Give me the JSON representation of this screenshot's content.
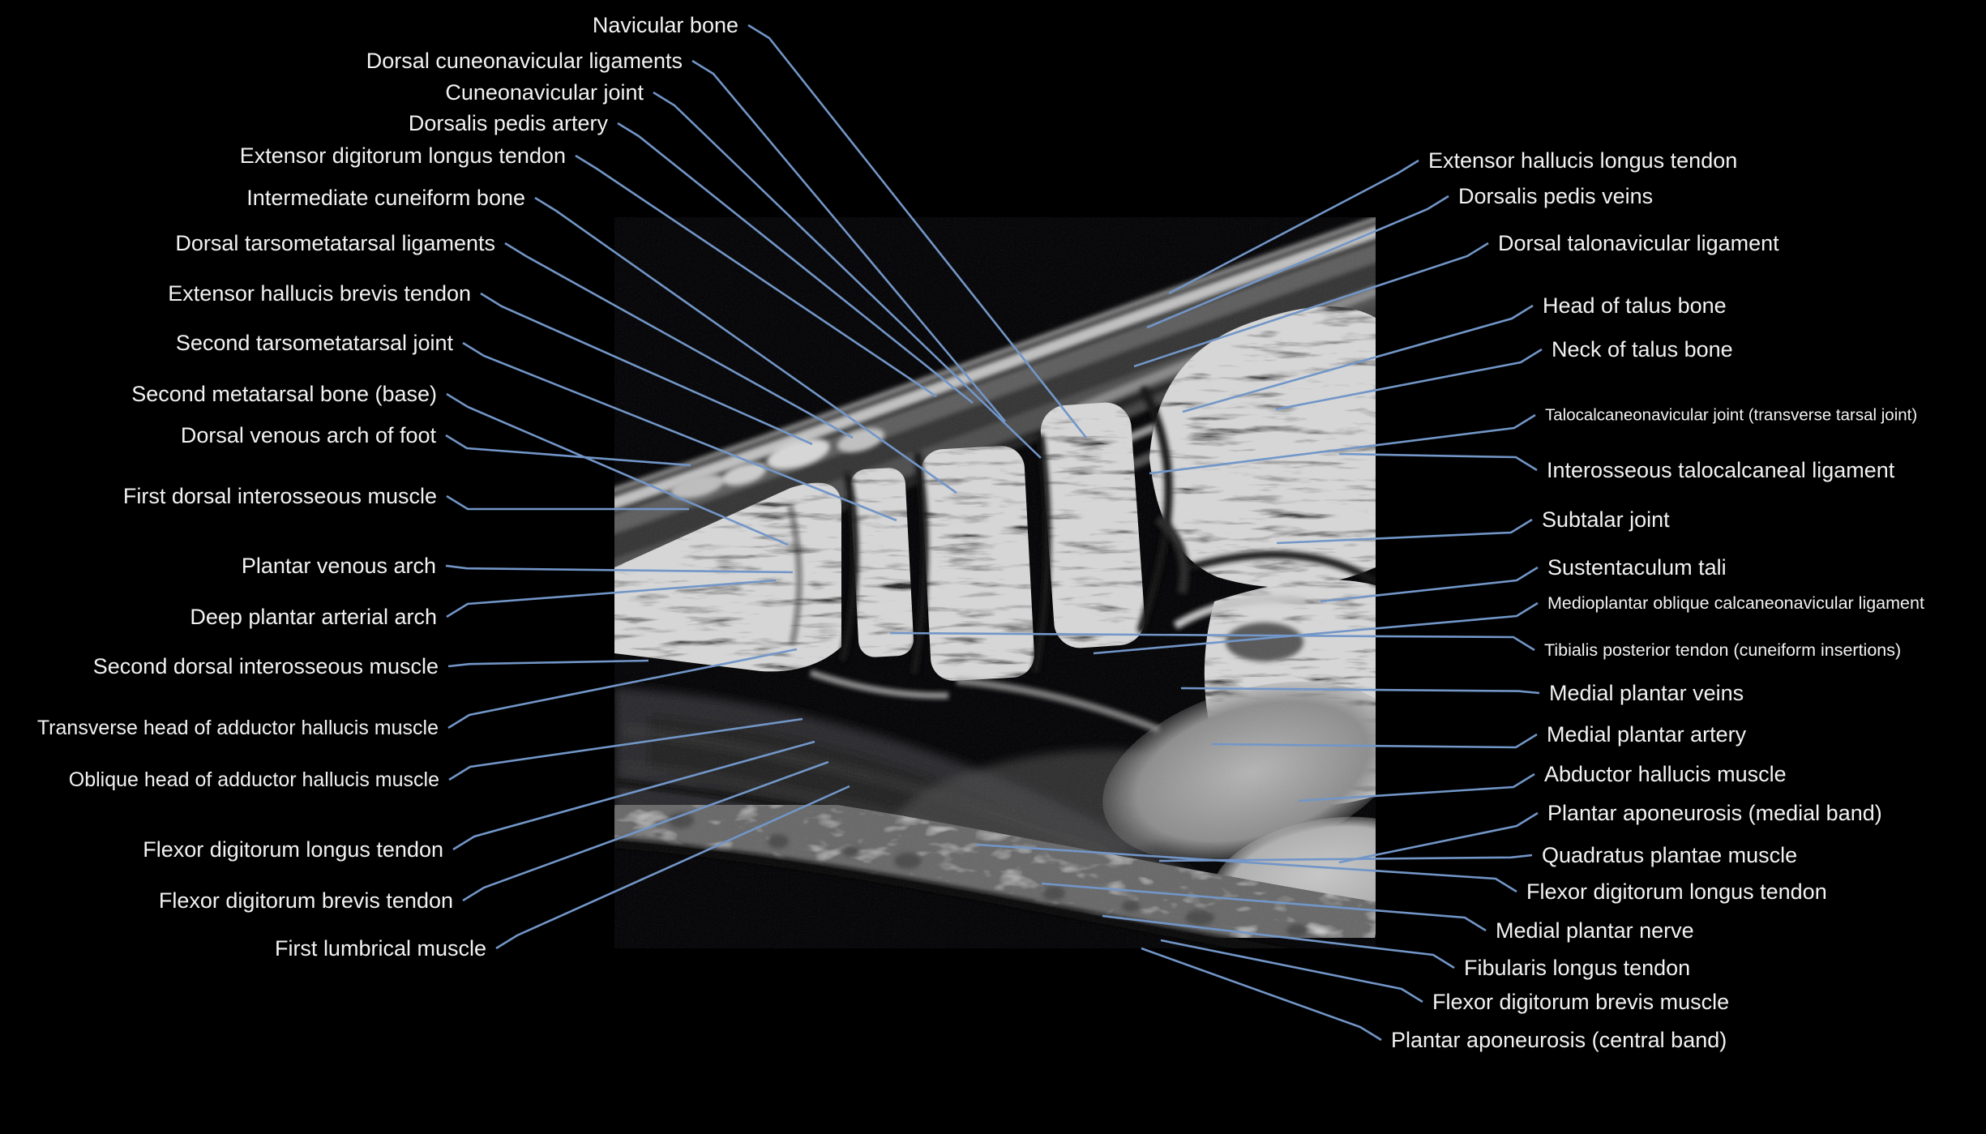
{
  "colors": {
    "background": "#000000",
    "leader_line": "#7296c8",
    "label_text": "#f2f2f2"
  },
  "annotations": {
    "left": [
      {
        "text": "Navicular bone"
      },
      {
        "text": "Dorsal cuneonavicular ligaments"
      },
      {
        "text": "Cuneonavicular joint"
      },
      {
        "text": "Dorsalis pedis artery"
      },
      {
        "text": "Extensor digitorum longus tendon"
      },
      {
        "text": "Intermediate cuneiform bone"
      },
      {
        "text": "Dorsal tarsometatarsal ligaments"
      },
      {
        "text": "Extensor hallucis brevis tendon"
      },
      {
        "text": "Second tarsometatarsal joint"
      },
      {
        "text": "Second metatarsal bone (base)"
      },
      {
        "text": "Dorsal venous arch of foot"
      },
      {
        "text": "First dorsal interosseous muscle"
      },
      {
        "text": "Plantar venous arch"
      },
      {
        "text": "Deep plantar arterial arch"
      },
      {
        "text": "Second dorsal interosseous muscle"
      },
      {
        "text": "Transverse head of adductor hallucis muscle"
      },
      {
        "text": "Oblique head of adductor hallucis muscle"
      },
      {
        "text": "Flexor digitorum longus tendon"
      },
      {
        "text": "Flexor digitorum brevis tendon"
      },
      {
        "text": "First lumbrical muscle"
      }
    ],
    "right": [
      {
        "text": "Extensor hallucis longus tendon"
      },
      {
        "text": "Dorsalis pedis veins"
      },
      {
        "text": "Dorsal talonavicular ligament"
      },
      {
        "text": "Head of talus bone"
      },
      {
        "text": "Neck of talus bone"
      },
      {
        "text": "Talocalcaneonavicular joint (transverse tarsal joint)"
      },
      {
        "text": "Interosseous talocalcaneal ligament"
      },
      {
        "text": "Subtalar joint"
      },
      {
        "text": "Sustentaculum tali"
      },
      {
        "text": "Medioplantar oblique calcaneonavicular ligament"
      },
      {
        "text": "Tibialis posterior tendon (cuneiform insertions)"
      },
      {
        "text": "Medial plantar veins"
      },
      {
        "text": "Medial plantar artery"
      },
      {
        "text": "Abductor hallucis muscle"
      },
      {
        "text": "Plantar aponeurosis (medial band)"
      },
      {
        "text": "Quadratus plantae muscle"
      },
      {
        "text": "Flexor digitorum longus tendon"
      },
      {
        "text": "Medial plantar nerve"
      },
      {
        "text": "Fibularis longus tendon"
      },
      {
        "text": "Flexor digitorum brevis muscle"
      },
      {
        "text": "Plantar aponeurosis (central band)"
      }
    ]
  }
}
